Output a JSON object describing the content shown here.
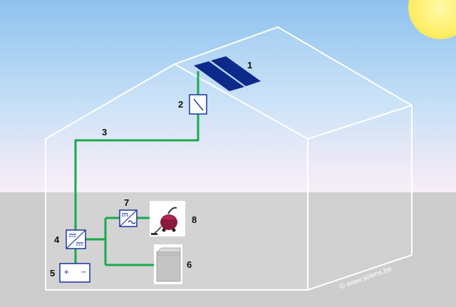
{
  "labels": {
    "n1": "1",
    "n2": "2",
    "n3": "3",
    "n4": "4",
    "n5": "5",
    "n6": "6",
    "n7": "7",
    "n8": "8"
  },
  "credit": "© www.solens.be",
  "battery": {
    "plus": "+",
    "minus": "−"
  },
  "icons": {
    "panel": "solar-panel-icon",
    "switch": "switch-icon",
    "dc_converter": "dc-dc-converter-icon",
    "inverter": "inverter-icon",
    "battery": "battery-icon",
    "vacuum": "vacuum-cleaner-icon",
    "fridge": "refrigerator-icon",
    "sun": "sun-icon"
  },
  "colors": {
    "wire": "#1aa84c",
    "component_stroke": "#1a33a0",
    "panel_fill": "#0d2a8a",
    "sun": "#fff27a",
    "sky_top": "#8fc3ef",
    "ground": "#cdcdcd"
  }
}
